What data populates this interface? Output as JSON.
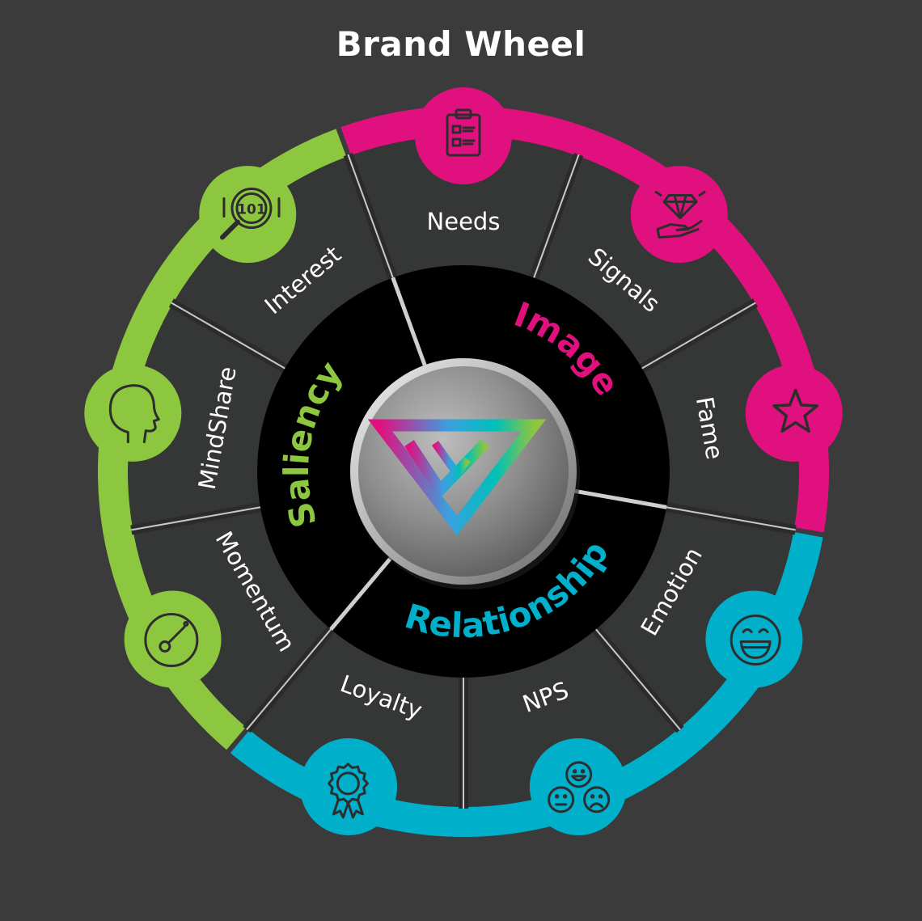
{
  "title": "Brand Wheel",
  "colors": {
    "background": "#3b3b3b",
    "panel": "#343735",
    "divider": "#c9c9c9",
    "inner_ring": "#000000",
    "saliency": "#8dc63f",
    "image": "#e0117f",
    "relationship": "#00afc9"
  },
  "groups": [
    {
      "id": "image",
      "label": "Image",
      "color": "#e0117f"
    },
    {
      "id": "relationship",
      "label": "Relationship",
      "color": "#00afc9"
    },
    {
      "id": "saliency",
      "label": "Saliency",
      "color": "#8dc63f"
    }
  ],
  "segments": [
    {
      "label": "Needs",
      "group": "image",
      "icon": "clipboard-checklist-icon"
    },
    {
      "label": "Signals",
      "group": "image",
      "icon": "diamond-in-hand-icon"
    },
    {
      "label": "Fame",
      "group": "image",
      "icon": "star-icon"
    },
    {
      "label": "Emotion",
      "group": "relationship",
      "icon": "laughing-face-icon"
    },
    {
      "label": "NPS",
      "group": "relationship",
      "icon": "three-faces-icon"
    },
    {
      "label": "Loyalty",
      "group": "relationship",
      "icon": "award-ribbon-icon"
    },
    {
      "label": "Momentum",
      "group": "saliency",
      "icon": "speedometer-icon"
    },
    {
      "label": "MindShare",
      "group": "saliency",
      "icon": "head-profile-icon"
    },
    {
      "label": "Interest",
      "group": "saliency",
      "icon": "magnifier-binary-icon"
    }
  ],
  "center": {
    "logo": "v-logo-icon"
  }
}
